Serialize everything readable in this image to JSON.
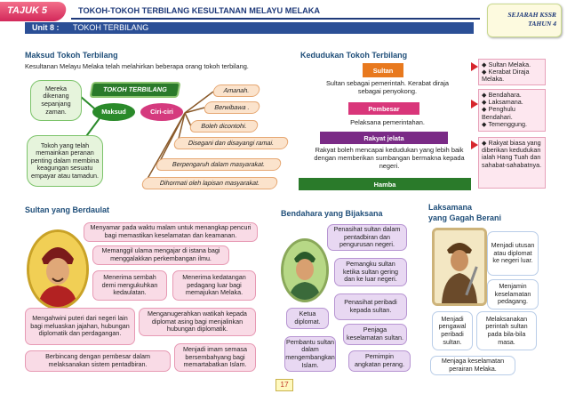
{
  "header": {
    "tag": "TAJUK 5",
    "title": "TOKOH-TOKOH TERBILANG KESULTANAN MELAYU MELAKA",
    "unit": "Unit 8 :",
    "unit_title": "TOKOH TERBILANG",
    "book_line1": "SEJARAH KSSR",
    "book_line2": "TAHUN 4"
  },
  "maksud": {
    "title": "Maksud Tokoh Terbilang",
    "intro": "Kesultanan Melayu Melaka telah melahirkan beberapa orang tokoh terbilang.",
    "center": "TOKOH TERBILANG",
    "maksud_label": "Maksud",
    "ciri_label": "Ciri-ciri",
    "def1": "Mereka dikenang sepanjang zaman.",
    "def2": "Tokoh yang telah memainkan peranan penting dalam membina keagungan sesuatu empayar atau tamadun.",
    "ciri": [
      "Amanah.",
      "Berwibawa .",
      "Boleh dicontohi.",
      "Disegani dan disayangi ramai.",
      "Berpengaruh dalam masyarakat.",
      "Dihormati oleh lapisan masyarakat."
    ]
  },
  "kedudukan": {
    "title": "Kedudukan Tokoh Terbilang",
    "levels": [
      {
        "label": "Sultan",
        "desc": "Sultan sebagai pemerintah. Kerabat diraja sebagai penyokong."
      },
      {
        "label": "Pembesar",
        "desc": "Pelaksana pemerintahan."
      },
      {
        "label": "Rakyat jelata",
        "desc": "Rakyat boleh mencapai kedudukan yang lebih baik dengan memberikan sumbangan bermakna kepada negeri."
      },
      {
        "label": "Hamba",
        "desc": ""
      }
    ],
    "side1": [
      "Sultan Melaka.",
      "Kerabat Diraja Melaka."
    ],
    "side2": [
      "Bendahara.",
      "Laksamana.",
      "Penghulu Bendahari.",
      "Temenggung."
    ],
    "side3": "Rakyat biasa yang diberikan kedudukan ialah Hang Tuah dan sahabat-sahabatnya."
  },
  "sultan": {
    "title": "Sultan yang Berdaulat",
    "items": [
      "Menyamar pada waktu malam untuk menangkap pencuri bagi memastikan keselamatan dan keamanan.",
      "Memanggil ulama mengajar di istana bagi menggalakkan perkembangan ilmu.",
      "Menerima sembah demi mengukuhkan kedaulatan.",
      "Menerima kedatangan pedagang luar bagi memajukan Melaka.",
      "Mengahwini puteri dari negeri lain bagi meluaskan jajahan, hubungan diplomatik dan perdagangan.",
      "Menganugerahkan watikah kepada diplomat asing bagi menjalinkan hubungan diplomatik.",
      "Berbincang dengan pembesar dalam melaksanakan sistem pentadbiran.",
      "Menjadi imam semasa bersembahyang bagi memartabatkan Islam."
    ]
  },
  "bendahara": {
    "title": "Bendahara yang Bijaksana",
    "items": [
      "Penasihat sultan dalam pentadbiran dan pengurusan negeri.",
      "Pemangku sultan ketika sultan gering dan ke luar negeri.",
      "Penasihat peribadi kepada sultan.",
      "Ketua diplomat.",
      "Penjaga keselamatan sultan.",
      "Pembantu sultan dalam mengembangkan Islam.",
      "Pemimpin angkatan perang."
    ]
  },
  "laksamana": {
    "title1": "Laksamana",
    "title2": "yang Gagah Berani",
    "items": [
      "Menjadi utusan atau diplomat ke negeri luar.",
      "Menjamin keselamatan pedagang.",
      "Menjadi pengawal peribadi sultan.",
      "Melaksanakan perintah sultan pada bila-bila masa.",
      "Menjaga keselamatan perairan Melaka."
    ]
  },
  "page_number": "17",
  "colors": {
    "navy": "#1f3a7a",
    "pink_banner": "#d9367a",
    "orange": "#e8791e",
    "purple": "#7a2a86",
    "green": "#2a7a2a"
  }
}
